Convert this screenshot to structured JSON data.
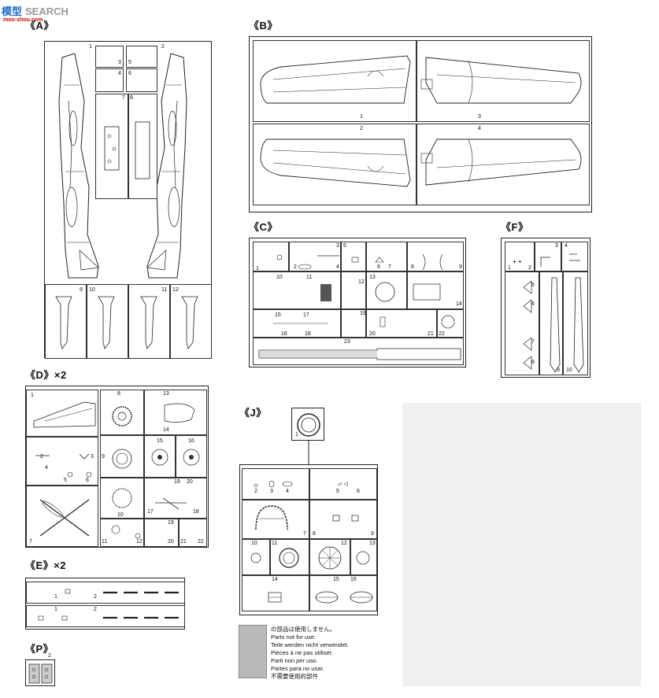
{
  "watermark": {
    "text": "SEARCH",
    "prefix": "模型",
    "site": "moo-shou.com"
  },
  "sections": {
    "A": "《A》",
    "B": "《B》",
    "C": "《C》",
    "D": "《D》×2",
    "E": "《E》×2",
    "F": "《F》",
    "J": "《J》",
    "P": "《P》"
  },
  "a_numbers": [
    "1",
    "2",
    "3",
    "4",
    "5",
    "6",
    "7",
    "8",
    "9",
    "10",
    "11",
    "12"
  ],
  "b_numbers": [
    "1",
    "2",
    "3",
    "4"
  ],
  "c_numbers": [
    "1",
    "2",
    "3",
    "4",
    "5",
    "6",
    "7",
    "8",
    "9",
    "10",
    "11",
    "12",
    "13",
    "14",
    "15",
    "16",
    "17",
    "18",
    "19",
    "20",
    "21",
    "22",
    "23"
  ],
  "d_numbers": [
    "1",
    "2",
    "3",
    "4",
    "5",
    "6",
    "7",
    "8",
    "9",
    "10",
    "11",
    "12",
    "13",
    "14",
    "15",
    "16",
    "17",
    "18",
    "19",
    "20",
    "19",
    "20",
    "21",
    "22"
  ],
  "e_numbers": [
    "1",
    "2",
    "1",
    "2"
  ],
  "f_numbers": [
    "1",
    "2",
    "3",
    "4",
    "5",
    "6",
    "7",
    "8",
    "9",
    "10"
  ],
  "j_numbers": [
    "1",
    "2",
    "3",
    "4",
    "5",
    "6",
    "7",
    "8",
    "9",
    "10",
    "11",
    "12",
    "13",
    "14",
    "15",
    "16"
  ],
  "p_numbers": [
    "2"
  ],
  "legend": [
    "の部品は使用しません。",
    "Parts not for use.",
    "Teile werden nicht verwendet.",
    "Pièces à ne pas utiliser.",
    "Parti non per uso.",
    "Partes para no usar.",
    "不需要使用的部件"
  ],
  "colors": {
    "unused_swatch": "#b9b9b9",
    "line": "#222222"
  }
}
